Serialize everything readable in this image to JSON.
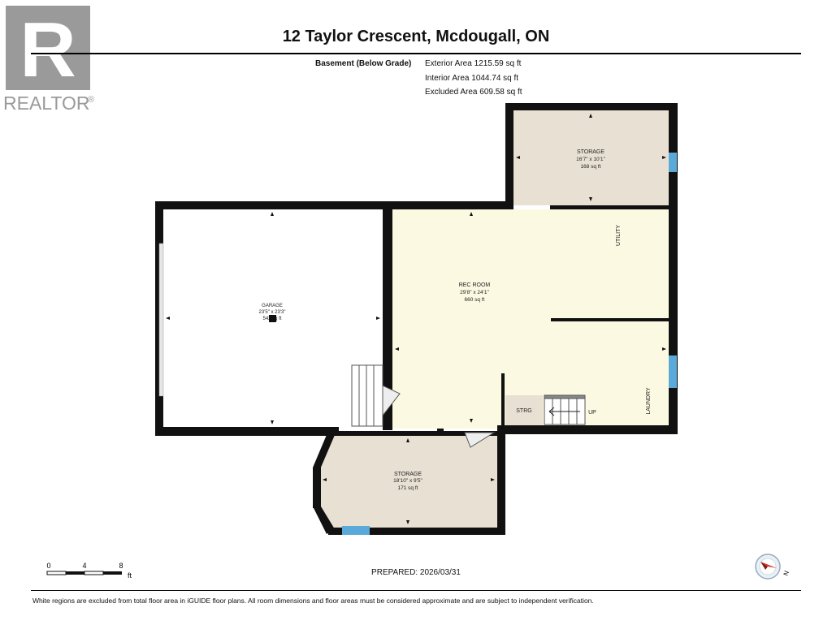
{
  "logo": {
    "text": "REALTOR",
    "mark": "R",
    "reg": "®"
  },
  "title": "12 Taylor Crescent, Mcdougall, ON",
  "level": {
    "name": "Basement (Below Grade)",
    "exterior_area": "Exterior Area 1215.59 sq ft",
    "interior_area": "Interior Area 1044.74 sq ft",
    "excluded_area": "Excluded Area 609.58 sq ft"
  },
  "rooms": {
    "storage_top": {
      "name": "STORAGE",
      "dims": "16'7\" x 10'1\"",
      "area": "168 sq ft"
    },
    "garage": {
      "name": "GARAGE",
      "dims": "23'5\" x 23'3\"",
      "area": "542 sq ft"
    },
    "rec_room": {
      "name": "REC ROOM",
      "dims": "29'8\" x 24'1\"",
      "area": "660 sq ft"
    },
    "utility": {
      "name": "UTILITY"
    },
    "laundry": {
      "name": "LAUNDRY"
    },
    "strg": {
      "name": "STRG"
    },
    "stairs": {
      "label": "UP"
    },
    "storage_bottom": {
      "name": "STORAGE",
      "dims": "18'10\" x 9'5\"",
      "area": "171 sq ft"
    }
  },
  "colors": {
    "wall": "#111111",
    "storage_fill": "#e8e0d3",
    "rec_fill": "#fcf9e3",
    "window": "#5aa9d8",
    "logo": "#9a9a9a"
  },
  "scale": {
    "ticks": [
      "0",
      "4",
      "8"
    ],
    "unit": "ft"
  },
  "prepared": "PREPARED: 2026/03/31",
  "compass": {
    "label": "N"
  },
  "disclaimer": "White regions are excluded from total floor area in iGUIDE floor plans. All room dimensions and floor areas must be considered approximate and are subject to independent verification."
}
